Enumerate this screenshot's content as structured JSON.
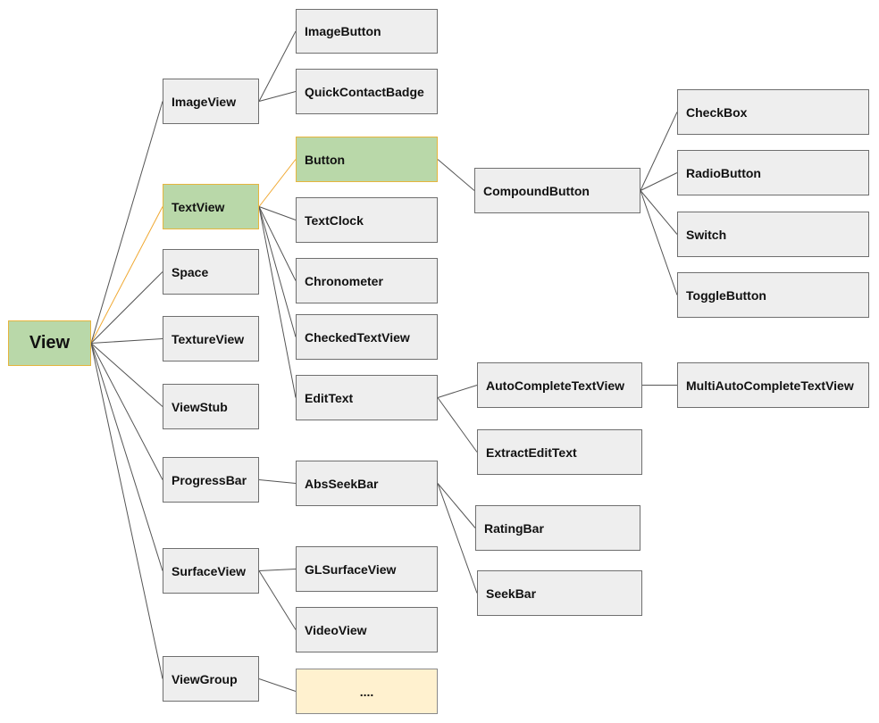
{
  "nodes": {
    "view": "View",
    "imageview": "ImageView",
    "textview": "TextView",
    "space": "Space",
    "textureview": "TextureView",
    "viewstub": "ViewStub",
    "progressbar": "ProgressBar",
    "surfaceview": "SurfaceView",
    "viewgroup": "ViewGroup",
    "imagebutton": "ImageButton",
    "quickcontactbadge": "QuickContactBadge",
    "button": "Button",
    "textclock": "TextClock",
    "chronometer": "Chronometer",
    "checkedtextview": "CheckedTextView",
    "edittext": "EditText",
    "absseekbar": "AbsSeekBar",
    "glsurfaceview": "GLSurfaceView",
    "videoview": "VideoView",
    "more": "....",
    "compoundbutton": "CompoundButton",
    "autocompletetextview": "AutoCompleteTextView",
    "extractedittext": "ExtractEditText",
    "ratingbar": "RatingBar",
    "seekbar": "SeekBar",
    "checkbox": "CheckBox",
    "radiobutton": "RadioButton",
    "switch": "Switch",
    "togglebutton": "ToggleButton",
    "multiautocompletetextview": "MultiAutoCompleteTextView"
  },
  "colors": {
    "highlight_fill": "#b9d8a9",
    "highlight_border": "#e6b53e",
    "placeholder_fill": "#fff1cf",
    "node_fill": "#eeeeee",
    "edge": "#555555",
    "highlight_edge": "#f0a830"
  }
}
